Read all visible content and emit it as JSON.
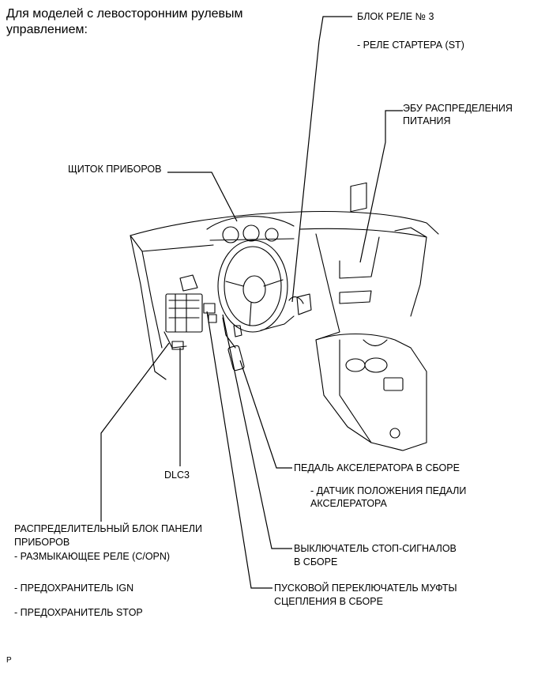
{
  "title_line1": "Для моделей с левосторонним рулевым",
  "title_line2": "управлением:",
  "labels": {
    "relay_block_3": "БЛОК РЕЛЕ № 3",
    "starter_relay": "- РЕЛЕ СТАРТЕРА (ST)",
    "power_ecu_1": "ЭБУ РАСПРЕДЕЛЕНИЯ",
    "power_ecu_2": "ПИТАНИЯ",
    "combination_meter": "ЩИТОК ПРИБОРОВ",
    "accel_pedal": "ПЕДАЛЬ АКСЕЛЕРАТОРА В СБОРЕ",
    "accel_sensor_1": "- ДАТЧИК ПОЛОЖЕНИЯ ПЕДАЛИ",
    "accel_sensor_2": "АКСЕЛЕРАТОРА",
    "dlc3": "DLC3",
    "junction_block_1": "РАСПРЕДЕЛИТЕЛЬНЫЙ БЛОК ПАНЕЛИ",
    "junction_block_2": "ПРИБОРОВ",
    "copn_relay": "- РАЗМЫКАЮЩЕЕ РЕЛЕ (C/OPN)",
    "ign_fuse": "- ПРЕДОХРАНИТЕЛЬ IGN",
    "stop_fuse": "- ПРЕДОХРАНИТЕЛЬ STOP",
    "stop_switch_1": "ВЫКЛЮЧАТЕЛЬ СТОП-СИГНАЛОВ",
    "stop_switch_2": "В СБОРЕ",
    "clutch_switch_1": "ПУСКОВОЙ ПЕРЕКЛЮЧАТЕЛЬ МУФТЫ",
    "clutch_switch_2": "СЦЕПЛЕНИЯ В СБОРЕ"
  },
  "figure_code": "P"
}
